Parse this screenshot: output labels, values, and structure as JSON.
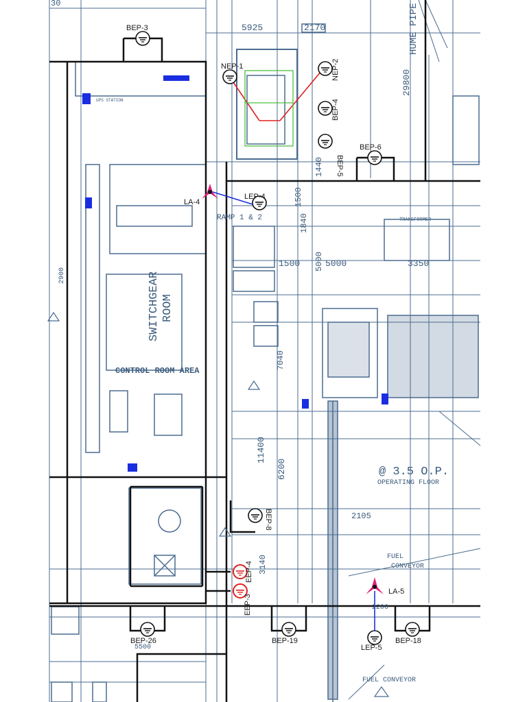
{
  "dimensions": {
    "d30": "30",
    "d5925": "5925",
    "d2170": "2170",
    "d29800": "29800",
    "d1500a": "1500",
    "d1500b": "1500",
    "d5000": "5000",
    "d3350": "3350",
    "d1840": "1840",
    "d5000v": "5000",
    "d1440": "1440",
    "d7040": "7040",
    "d11400": "11400",
    "d6200": "6200",
    "d3140": "3140",
    "d2105": "2105",
    "d5500": "5500",
    "d2200": "2200",
    "d2900": "2900"
  },
  "labels": {
    "hume_pipe": "HUME PIPE",
    "switchgear": "SWITCHGEAR",
    "room": "ROOM",
    "control_room_area": "CONTROL ROOM AREA",
    "operating_level": "@ 3.5 O.P.",
    "operating_floor": "OPERATING FLOOR",
    "fuel_conveyor_1": "FUEL",
    "fuel_conveyor_2": "CONVEYOR",
    "fuel_conveyor_full": "FUEL CONVEYOR",
    "ups_station": "UPS STATION",
    "chromatographic": "TRANSFORMER",
    "ramp": "RAMP 1 & 2"
  },
  "equipment": {
    "bep3": "BEP-3",
    "nep1": "NEP-1",
    "nep2": "NEP-2",
    "bep4": "BEP-4",
    "bep5": "BEP-5",
    "bep6": "BEP-6",
    "la4": "LA-4",
    "lep4": "LEP-4",
    "la5": "LA-5",
    "lep5": "LEP-5",
    "bep8": "BEP-8",
    "eep4": "EEP-4",
    "eep3": "EEP-3",
    "bep26": "BEP-26",
    "bep19": "BEP-19",
    "bep18": "BEP-18"
  },
  "colors": {
    "linework": "#4a6b8f",
    "heavy": "#111111",
    "lightning_arrester": "#e0207a",
    "earth_pit_red": "#e02020",
    "blue_cable": "#1a2ee0",
    "green": "#4cc040"
  },
  "icons": {
    "earth_pit": "earth-pit-icon",
    "lightning_arrester": "lightning-arrester-icon",
    "hazard": "warning-triangle-icon"
  }
}
